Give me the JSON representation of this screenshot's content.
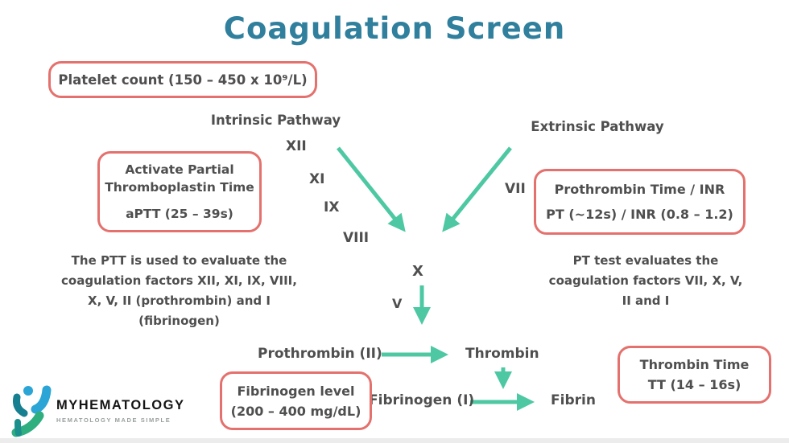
{
  "title": "Coagulation Screen",
  "colors": {
    "title_teal": "#2f7f9d",
    "arrow_green": "#4dc8a2",
    "box_border_coral": "#e4716d",
    "body_text": "#4f4f4f"
  },
  "boxes": {
    "platelet": {
      "label": "Platelet count (150 – 450 x 10⁹/L)"
    },
    "aptt": {
      "line1": "Activate Partial",
      "line2": "Thromboplastin Time",
      "line3": "aPTT (25 – 39s)"
    },
    "pt_inr": {
      "line1": "Prothrombin Time / INR",
      "line2": "PT (~12s) / INR (0.8 – 1.2)"
    },
    "fibrinogen_level": {
      "line1": "Fibrinogen level",
      "line2": "(200 – 400 mg/dL)"
    },
    "thrombin_time": {
      "line1": "Thrombin Time",
      "line2": "TT (14 – 16s)"
    }
  },
  "pathways": {
    "intrinsic": {
      "label": "Intrinsic Pathway",
      "factors": [
        "XII",
        "XI",
        "IX",
        "VIII"
      ]
    },
    "extrinsic": {
      "label": "Extrinsic Pathway",
      "factor": "VII"
    }
  },
  "notes": {
    "ptt_lines": [
      "The PTT is used to evaluate the",
      "coagulation factors XII, XI, IX, VIII,",
      "X, V, II (prothrombin) and I",
      "(fibrinogen)"
    ],
    "pt_lines": [
      "PT test evaluates the",
      "coagulation factors VII, X, V,",
      "II and I"
    ]
  },
  "cascade": {
    "factor_x": "X",
    "factor_v": "V",
    "prothrombin": "Prothrombin (II)",
    "thrombin": "Thrombin",
    "fibrinogen": "Fibrinogen (I)",
    "fibrin": "Fibrin"
  },
  "logo": {
    "icon": "myhematology-figure-icon",
    "name": "MYHEMATOLOGY",
    "tagline": "HEMATOLOGY MADE SIMPLE"
  }
}
